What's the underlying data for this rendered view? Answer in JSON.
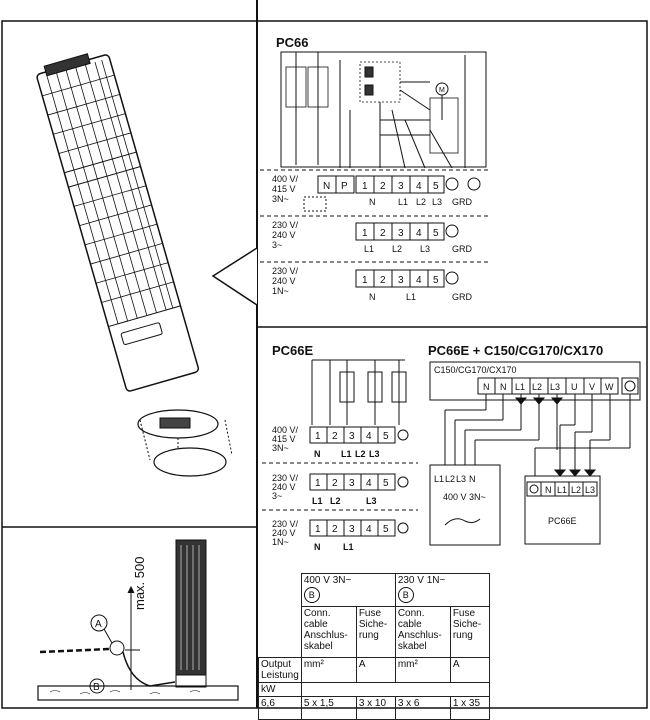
{
  "pc66": {
    "title": "PC66",
    "voltages": [
      [
        "400 V/",
        "415 V",
        "3N~"
      ],
      [
        "230 V/",
        "240 V",
        "3~"
      ],
      [
        "230 V/",
        "240 V",
        "1N~"
      ]
    ],
    "terminals_top": [
      "N",
      "P",
      "1",
      "2",
      "3",
      "4",
      "5"
    ],
    "terminals": [
      "1",
      "2",
      "3",
      "4",
      "5"
    ],
    "grd": "GRD",
    "phase_labels_3n": [
      "N",
      "L1",
      "L2",
      "L3"
    ],
    "phase_labels_3": [
      "L1",
      "L2",
      "L3"
    ],
    "phase_labels_1n": [
      "N",
      "L1"
    ],
    "motor": "M"
  },
  "pc66e": {
    "title": "PC66E",
    "voltages": [
      [
        "400 V/",
        "415 V",
        "3N~"
      ],
      [
        "230 V/",
        "240 V",
        "3~"
      ],
      [
        "230 V/",
        "240 V",
        "1N~"
      ]
    ],
    "terminals": [
      "1",
      "2",
      "3",
      "4",
      "5"
    ],
    "phase_labels_3n": [
      "N",
      "L1",
      "L2",
      "L3"
    ],
    "phase_labels_3": [
      "L1",
      "L2",
      "L3"
    ],
    "phase_labels_1n": [
      "N",
      "L1"
    ]
  },
  "combo": {
    "title": "PC66E + C150/CG170/CX170",
    "box_label": "C150/CG170/CX170",
    "terminals": [
      "N",
      "N",
      "L1",
      "L2",
      "L3",
      "U",
      "V",
      "W"
    ],
    "supply_terminals": [
      "L1",
      "L2",
      "L3",
      "N"
    ],
    "supply_label": "400 V 3N~",
    "heater_terminals": [
      "N",
      "L1",
      "L2",
      "L3"
    ],
    "heater_label": "PC66E"
  },
  "installation": {
    "max_label": "max. 500",
    "marker_a": "A",
    "marker_b": "B"
  },
  "table": {
    "col_400": "400 V 3N~",
    "col_230": "230 V 1N~",
    "marker": "B",
    "output": "Output",
    "leistung": "Leistung",
    "conn1": "Conn.",
    "conn2": "cable",
    "conn3": "Anschlus-",
    "conn4": "skabel",
    "fuse1": "Fuse",
    "fuse2": "Siche-",
    "fuse3": "rung",
    "unit_kw": "kW",
    "unit_mm": "mm²",
    "unit_a": "A",
    "row_kw": "6,6",
    "row_400_cable": "5 x 1,5",
    "row_400_fuse": "3 x 10",
    "row_230_cable": "3 x 6",
    "row_230_fuse": "1 x 35"
  }
}
